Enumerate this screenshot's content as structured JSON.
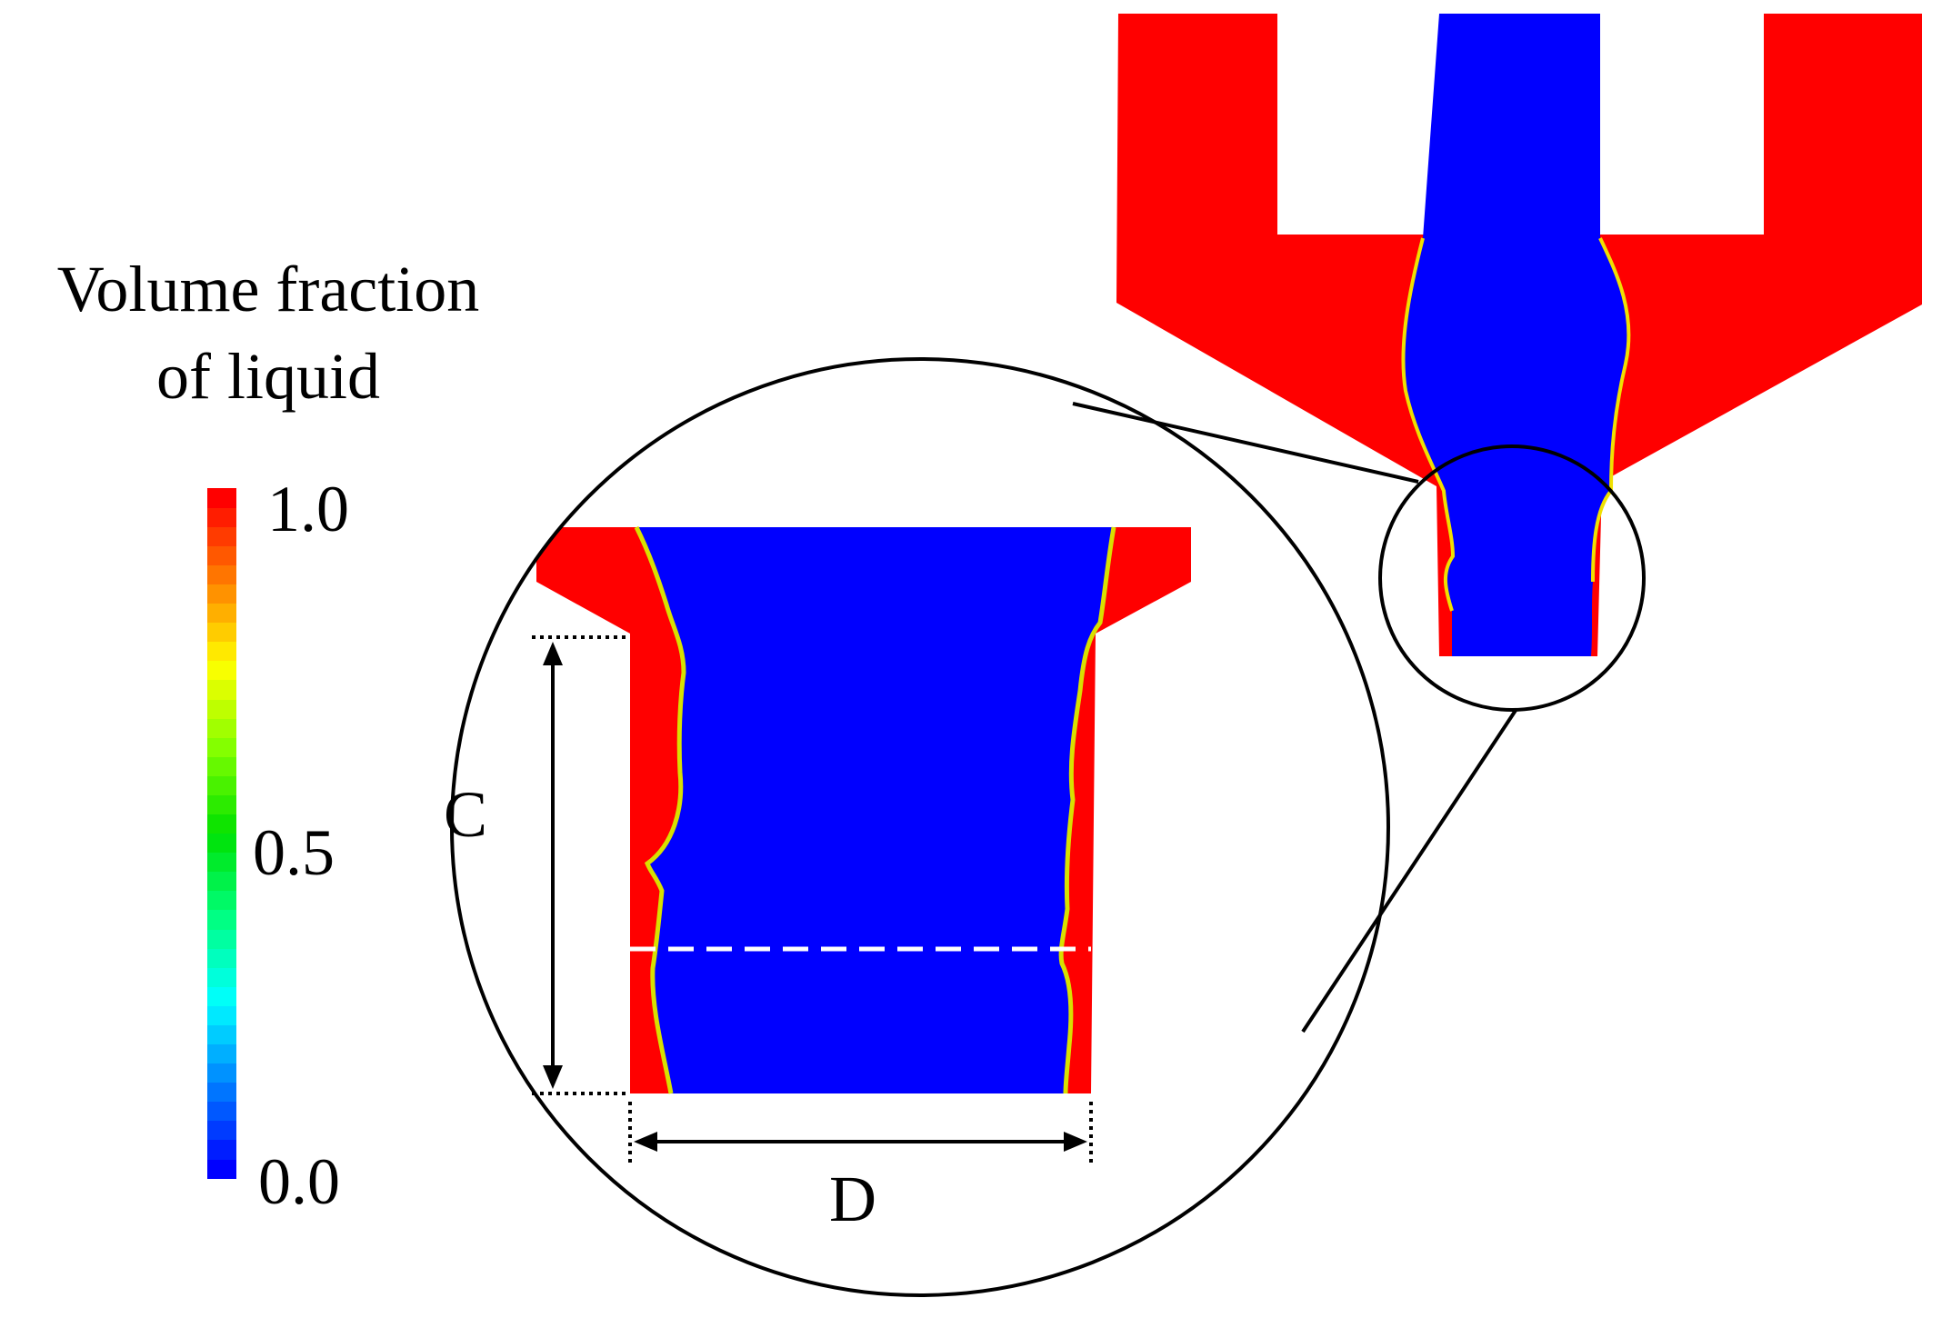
{
  "legend": {
    "title_line1": "Volume fraction",
    "title_line2": "of liquid",
    "ticks": {
      "max": "1.0",
      "mid": "0.5",
      "min": "0.0"
    },
    "colors": [
      "#0000ff",
      "#0080ff",
      "#00ffff",
      "#00ff80",
      "#00e000",
      "#80ff00",
      "#ffff00",
      "#ff8000",
      "#ff0000"
    ]
  },
  "diagram": {
    "liquid_color": "#ff0000",
    "gas_color": "#0000ff",
    "label_c": "C",
    "label_d": "D"
  }
}
